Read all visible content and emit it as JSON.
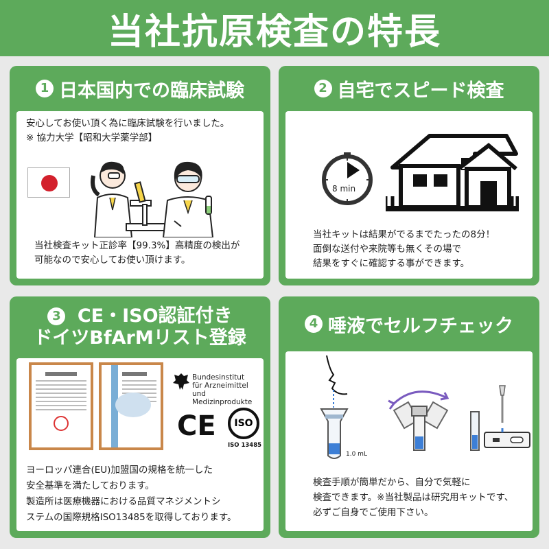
{
  "header": {
    "title": "当社抗原検査の特長"
  },
  "panel1": {
    "number": "1",
    "title": "日本国内での臨床試験",
    "lines_top": [
      "安心してお使い頂く為に臨床試験を行いました。",
      "※ 協力大学【昭和大学薬学部】"
    ],
    "lines_bottom": [
      "当社検査キット正診率【99.3%】高精度の検出が",
      "可能なので安心してお使い頂けます。"
    ]
  },
  "panel2": {
    "number": "2",
    "title": "自宅でスピード検査",
    "timer_label": "8 min",
    "lines": [
      "当社キットは結果がでるまでたったの8分！",
      "面倒な送付や来院等も無くその場で",
      "結果をすぐに確認する事ができます。"
    ]
  },
  "panel3": {
    "number": "3",
    "title_line1": "CE・ISO認証付き",
    "title_line2": "ドイツBfArMリスト登録",
    "bfarm_lines": [
      "Bundesinstitut",
      "für Arzneimittel",
      "und Medizinprodukte"
    ],
    "ce_mark": "CE",
    "iso_mark": "ISO",
    "iso_sub": "ISO 13485",
    "lines": [
      "ヨーロッパ連合(EU)加盟国の規格を統一した",
      "安全基準を満たしております。",
      "製造所は医療機器における品質マネジメントシ",
      "ステムの国際規格ISO13485を取得しております。"
    ]
  },
  "panel4": {
    "number": "4",
    "title": "唾液でセルフチェック",
    "tube_label": "1.0 mL",
    "lines": [
      "検査手順が簡単だから、自分で気軽に",
      "検査できます。※当社製品は研究用キットです、",
      "必ずご自身でご使用下さい。"
    ]
  },
  "colors": {
    "brand_green": "#5daa5b",
    "flag_red": "#d3202c",
    "accent_blue": "#3d7fd6"
  }
}
